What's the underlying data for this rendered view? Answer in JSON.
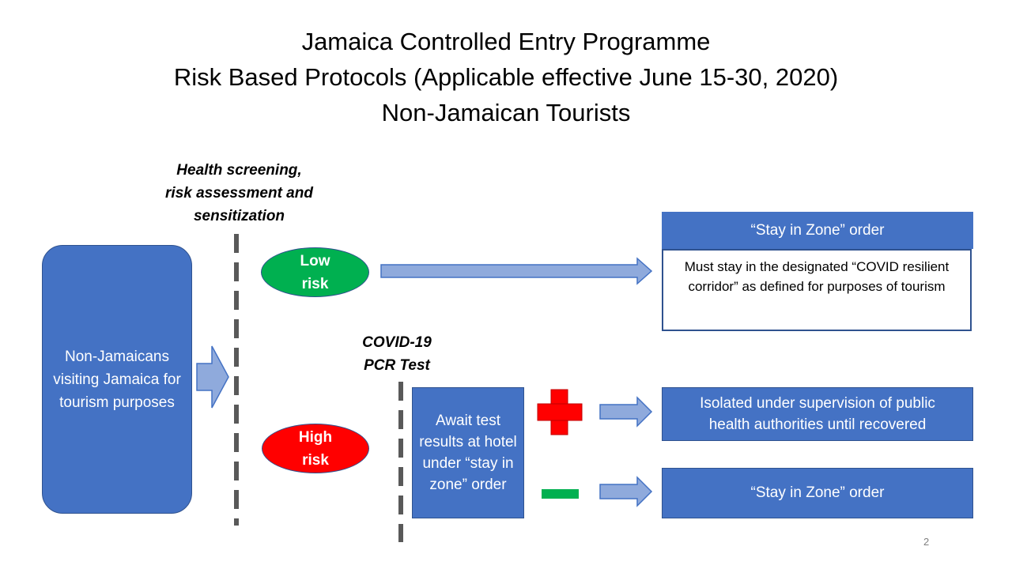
{
  "title": {
    "line1": "Jamaica Controlled Entry Programme",
    "line2": "Risk Based Protocols (Applicable effective June 15-30, 2020)",
    "line3": "Non-Jamaican Tourists"
  },
  "screening_label": {
    "line1": "Health screening,",
    "line2": "risk assessment and",
    "line3": "sensitization"
  },
  "start_box": "Non-Jamaicans visiting Jamaica for tourism purposes",
  "low_risk": {
    "line1": "Low",
    "line2": "risk",
    "color": "#00b050"
  },
  "high_risk": {
    "line1": "High",
    "line2": "risk",
    "color": "#ff0000"
  },
  "stay_zone_top": {
    "header": "“Stay in Zone” order",
    "body": "Must stay in the designated “COVID resilient corridor” as defined for purposes of tourism"
  },
  "pcr_label": {
    "line1": "COVID-19",
    "line2": "PCR Test"
  },
  "await_box": "Await test results at hotel under “stay in zone” order",
  "positive": {
    "symbol": "plus-icon",
    "color": "#ff0000"
  },
  "negative": {
    "symbol": "minus-icon",
    "color": "#00b050"
  },
  "isolated_box": "Isolated under supervision of public health authorities until recovered",
  "stay_zone_bottom": "“Stay in Zone” order",
  "colors": {
    "box_blue": "#4472c4",
    "arrow_fill": "#8faadc",
    "arrow_stroke": "#4472c4",
    "dash": "#595959"
  },
  "page_number": "2"
}
